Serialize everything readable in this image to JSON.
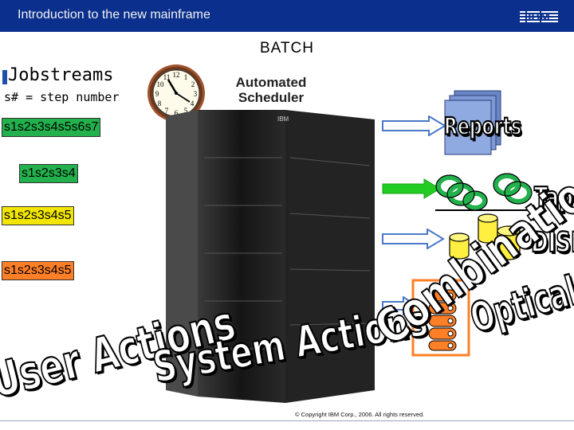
{
  "header": {
    "title": "Introduction to the new mainframe",
    "logo": "IBM"
  },
  "slide_title": "BATCH",
  "jobstreams": {
    "title": "Jobstreams",
    "note": "s# = step number"
  },
  "scheduler": {
    "label_line1": "Automated",
    "label_line2": "Scheduler"
  },
  "jobstream_steps": [
    [
      "s1",
      "s2",
      "s3",
      "s4",
      "s5",
      "s6",
      "s7"
    ],
    [
      "s1",
      "s2",
      "s3",
      "s4"
    ],
    [
      "s1",
      "s2",
      "s3",
      "s4",
      "s5"
    ],
    [
      "s1",
      "s2",
      "s3",
      "s4",
      "s5"
    ]
  ],
  "step_colors": [
    "#22b14c",
    "#22b14c",
    "#f2e600",
    "#ff7f27"
  ],
  "outputs": {
    "reports": "Reports",
    "tape": "Tape",
    "disk": "DISK",
    "optical": "Optical",
    "combination": "Combination"
  },
  "actions": {
    "user": "User Actions",
    "system": "System Actions"
  },
  "copyright": "© Copyright IBM Corp., 2006. All rights reserved.",
  "icons": [
    "wall-clock-icon",
    "mainframe-server-icon",
    "reports-stack-icon",
    "tape-reel-icon",
    "disk-cylinder-icon",
    "optical-disc-stack-icon",
    "arrow-right-icon"
  ],
  "colors": {
    "header_bg": "#0a2f8c",
    "arrow_blue": "#4a78c8",
    "arrow_green": "#22cc22",
    "disk_yellow": "#ffef40"
  }
}
